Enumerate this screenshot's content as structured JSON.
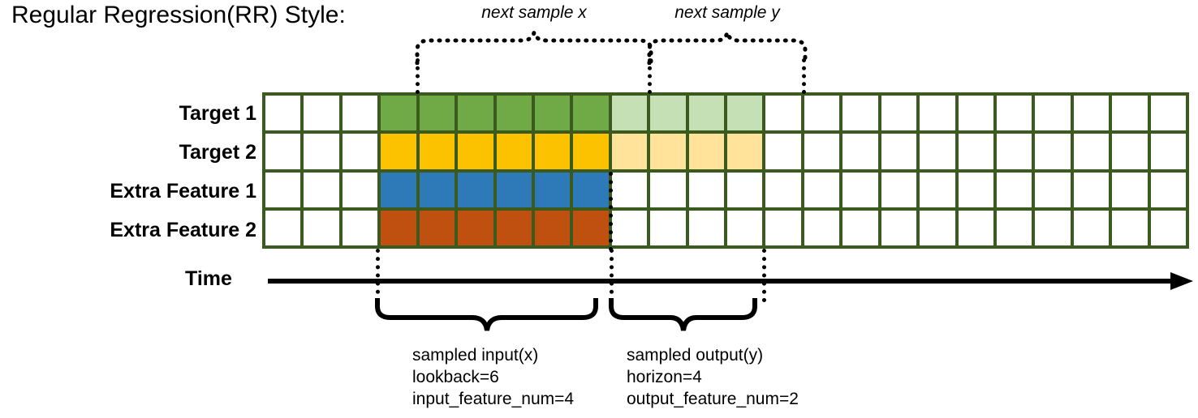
{
  "title": "Regular Regression(RR) Style:",
  "rows": [
    {
      "label": "Target 1",
      "name": "target-1"
    },
    {
      "label": "Target 2",
      "name": "target-2"
    },
    {
      "label": "Extra Feature 1",
      "name": "extra-feature-1"
    },
    {
      "label": "Extra Feature 2",
      "name": "extra-feature-2"
    }
  ],
  "grid": {
    "columns": 24,
    "rows": 4,
    "line_color": "#3a5a1e",
    "cells": [
      [
        "white",
        "white",
        "white",
        "green",
        "green",
        "green",
        "green",
        "green",
        "green",
        "greenlt",
        "greenlt",
        "greenlt",
        "greenlt",
        "white",
        "white",
        "white",
        "white",
        "white",
        "white",
        "white",
        "white",
        "white",
        "white",
        "white"
      ],
      [
        "white",
        "white",
        "white",
        "yellow",
        "yellow",
        "yellow",
        "yellow",
        "yellow",
        "yellow",
        "yellowlt",
        "yellowlt",
        "yellowlt",
        "yellowlt",
        "white",
        "white",
        "white",
        "white",
        "white",
        "white",
        "white",
        "white",
        "white",
        "white",
        "white"
      ],
      [
        "white",
        "white",
        "white",
        "blue",
        "blue",
        "blue",
        "blue",
        "blue",
        "blue",
        "white",
        "white",
        "white",
        "white",
        "white",
        "white",
        "white",
        "white",
        "white",
        "white",
        "white",
        "white",
        "white",
        "white",
        "white"
      ],
      [
        "white",
        "white",
        "white",
        "orange",
        "orange",
        "orange",
        "orange",
        "orange",
        "orange",
        "white",
        "white",
        "white",
        "white",
        "white",
        "white",
        "white",
        "white",
        "white",
        "white",
        "white",
        "white",
        "white",
        "white",
        "white"
      ]
    ],
    "palette": {
      "green": "#6faa46",
      "greenlt": "#c5e0b4",
      "yellow": "#fcc200",
      "yellowlt": "#ffe39a",
      "blue": "#2e79b7",
      "orange": "#c0500f",
      "white": "#ffffff"
    }
  },
  "axis": {
    "label": "Time"
  },
  "annotations_top": [
    {
      "name": "next-sample-x",
      "text": "next sample x"
    },
    {
      "name": "next-sample-y",
      "text": "next sample y"
    }
  ],
  "annotations_bottom": [
    {
      "name": "sampled-input",
      "line1": "sampled input(x)",
      "line2": "lookback=6",
      "line3": "input_feature_num=4"
    },
    {
      "name": "sampled-output",
      "line1": "sampled output(y)",
      "line2": "horizon=4",
      "line3": "output_feature_num=2"
    }
  ]
}
